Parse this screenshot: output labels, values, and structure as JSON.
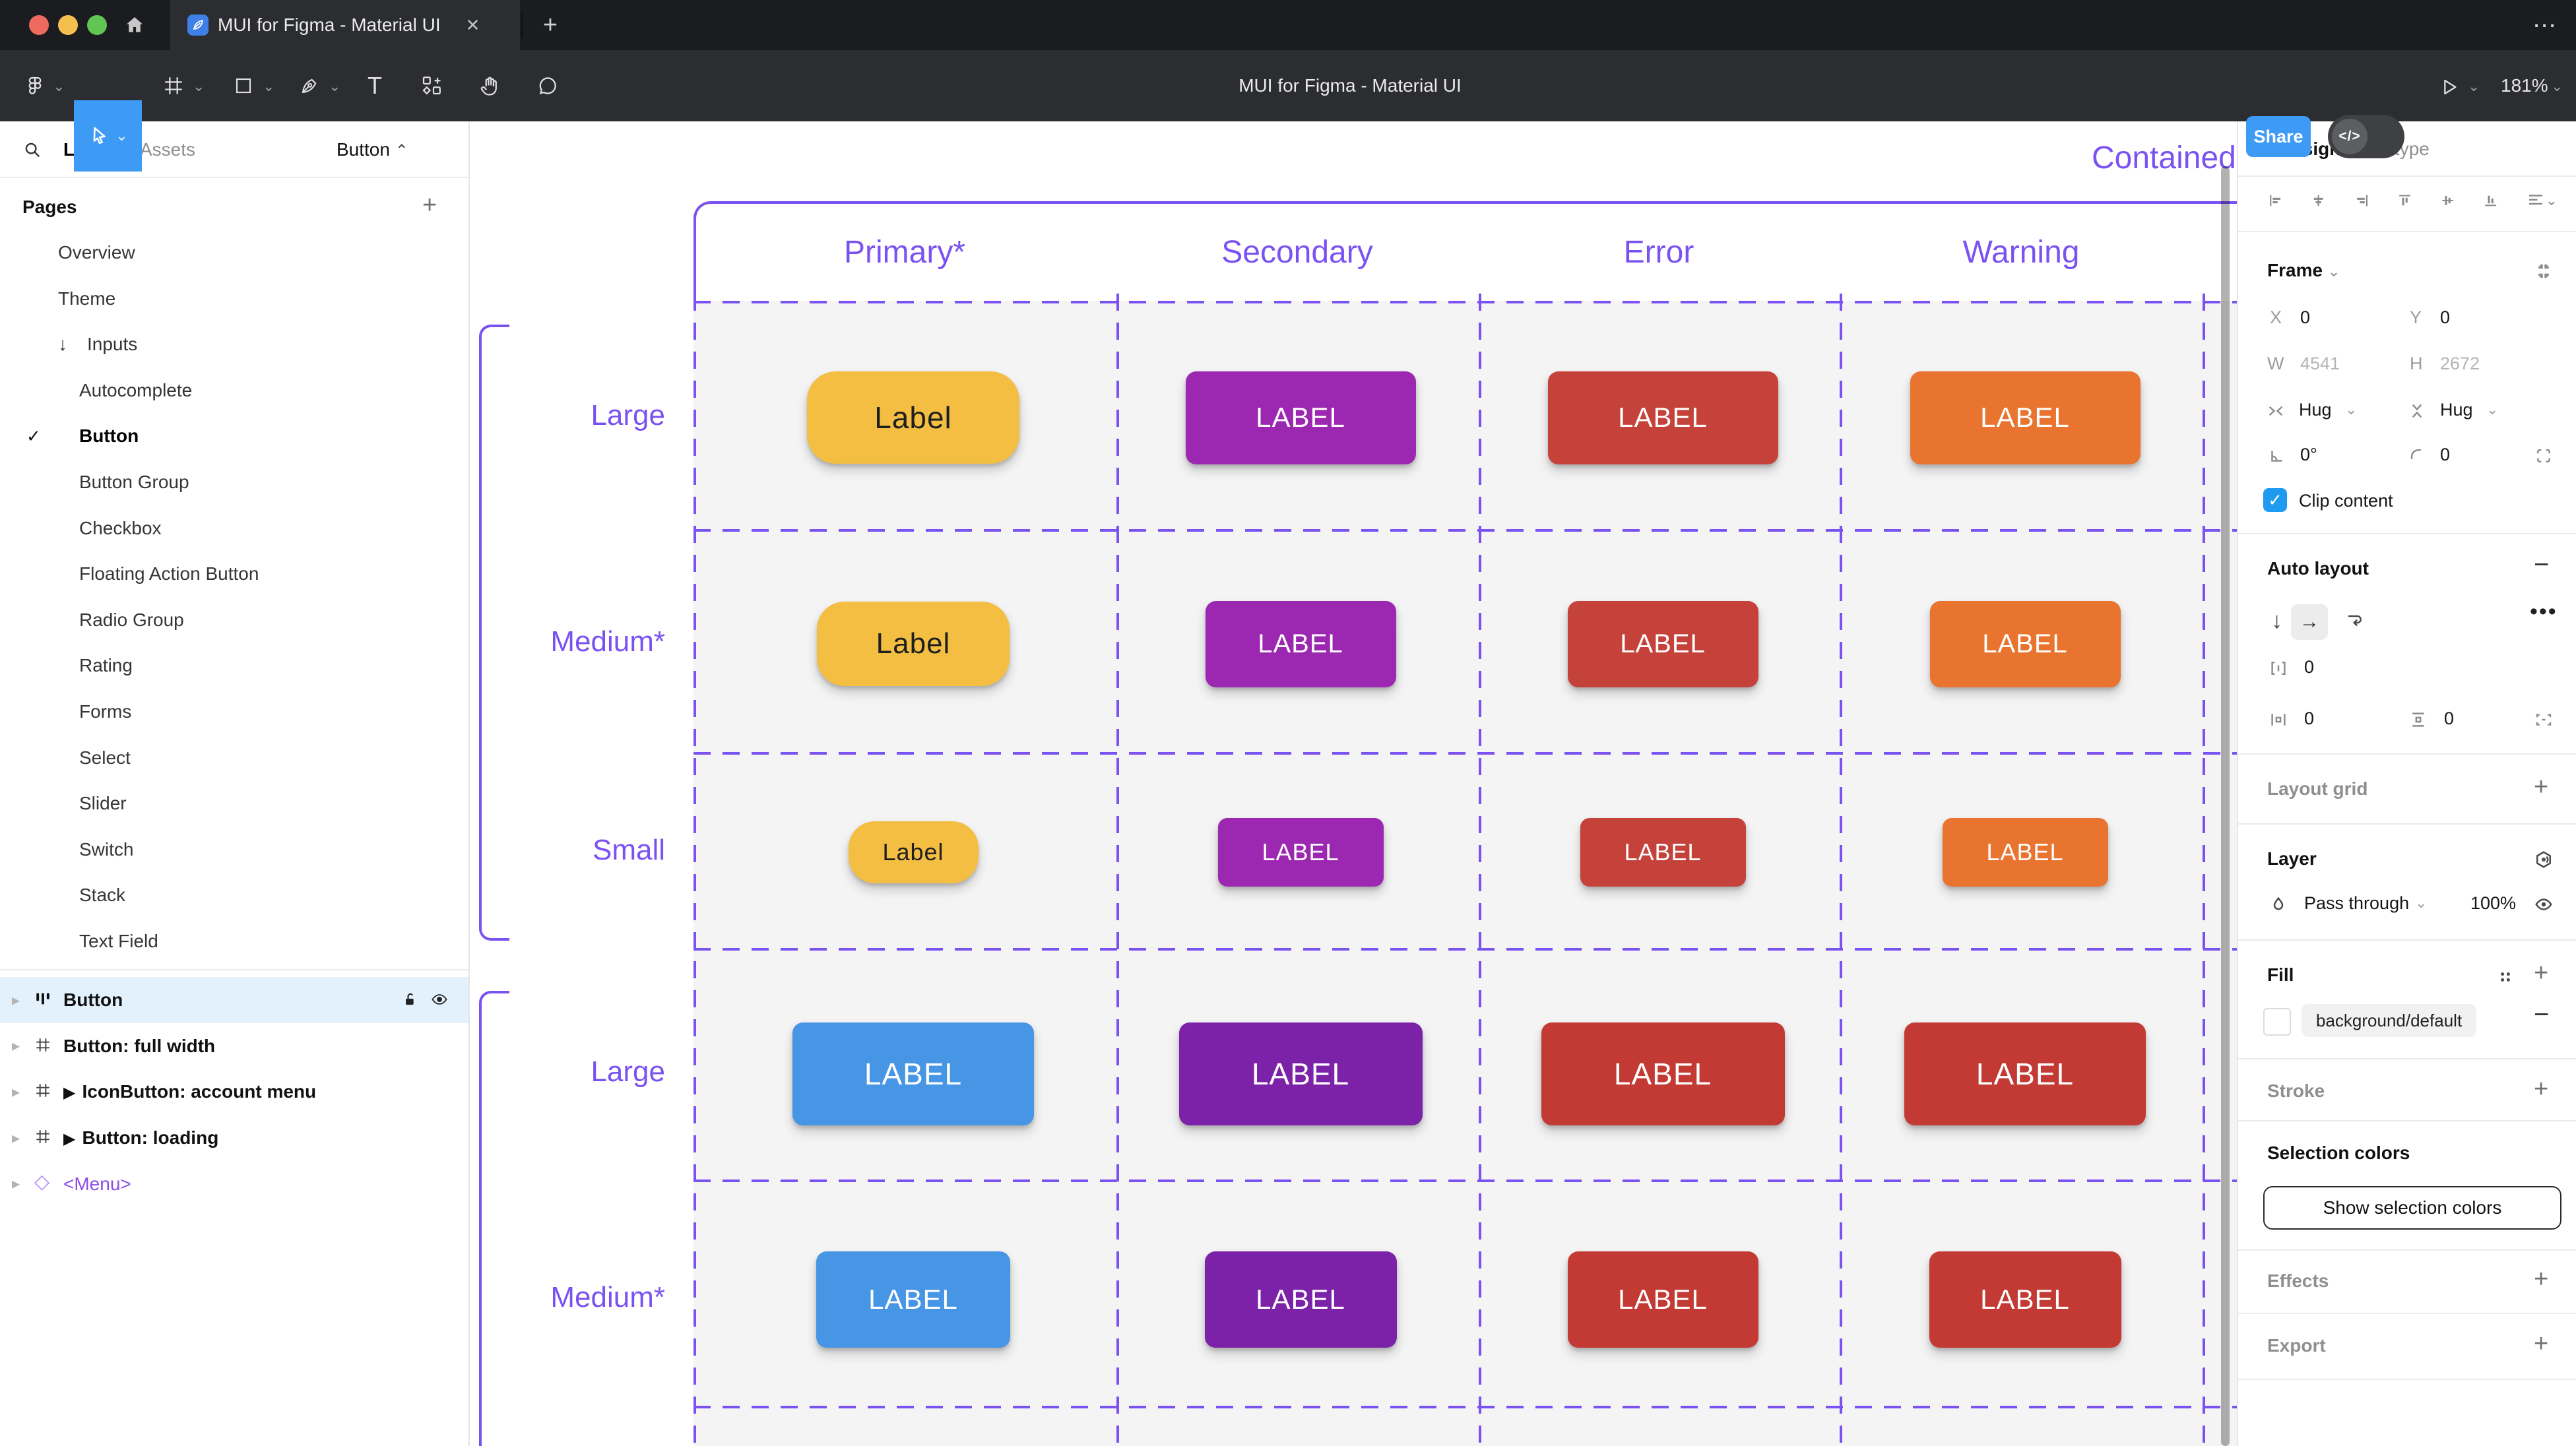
{
  "titlebar": {
    "tab_title": "MUI for Figma - Material UI"
  },
  "toolbar": {
    "doc_title": "MUI for Figma - Material UI",
    "share_label": "Share",
    "devmode_label": "</>",
    "zoom_level": "181%"
  },
  "sidebar": {
    "tab_layers": "Layers",
    "tab_assets": "Assets",
    "selector_label": "Button",
    "pages_header": "Pages",
    "pages": [
      {
        "label": "Overview",
        "level": 0
      },
      {
        "label": "Theme",
        "level": 0
      },
      {
        "label": "Inputs",
        "level": 0,
        "arrow": true
      },
      {
        "label": "Autocomplete",
        "level": 1
      },
      {
        "label": "Button",
        "level": 1,
        "checked": true,
        "bold": true
      },
      {
        "label": "Button Group",
        "level": 1
      },
      {
        "label": "Checkbox",
        "level": 1
      },
      {
        "label": "Floating Action Button",
        "level": 1
      },
      {
        "label": "Radio Group",
        "level": 1
      },
      {
        "label": "Rating",
        "level": 1
      },
      {
        "label": "Forms",
        "level": 1
      },
      {
        "label": "Select",
        "level": 1
      },
      {
        "label": "Slider",
        "level": 1
      },
      {
        "label": "Switch",
        "level": 1
      },
      {
        "label": "Stack",
        "level": 1
      },
      {
        "label": "Text Field",
        "level": 1
      }
    ],
    "layers": [
      {
        "label": "Button",
        "icon": "autolayout",
        "selected": true,
        "lock": true,
        "eye": true
      },
      {
        "label": "Button: full width",
        "icon": "frame"
      },
      {
        "label": "IconButton: account menu",
        "icon": "frame",
        "play": true
      },
      {
        "label": "Button: loading",
        "icon": "frame",
        "play": true
      },
      {
        "label": "<Menu>",
        "icon": "instance",
        "purple": true
      }
    ]
  },
  "canvas": {
    "frame_title": "Contained",
    "columns": [
      "Primary*",
      "Secondary",
      "Error",
      "Warning"
    ],
    "rows": [
      "Large",
      "Medium*",
      "Small",
      "Large",
      "Medium*"
    ],
    "accent_purple": "#7b52f2",
    "buttons": [
      {
        "row": 0,
        "col": 0,
        "label": "Label",
        "bg": "#F3BE41",
        "fg": "#1f1f1f"
      },
      {
        "row": 0,
        "col": 1,
        "label": "LABEL",
        "bg": "#9C27B0",
        "fg": "#ffffff"
      },
      {
        "row": 0,
        "col": 2,
        "label": "LABEL",
        "bg": "#C5423B",
        "fg": "#ffffff"
      },
      {
        "row": 0,
        "col": 3,
        "label": "LABEL",
        "bg": "#E8742F",
        "fg": "#ffffff"
      },
      {
        "row": 1,
        "col": 0,
        "label": "Label",
        "bg": "#F3BE41",
        "fg": "#1f1f1f"
      },
      {
        "row": 1,
        "col": 1,
        "label": "LABEL",
        "bg": "#9C27B0",
        "fg": "#ffffff"
      },
      {
        "row": 1,
        "col": 2,
        "label": "LABEL",
        "bg": "#C5423B",
        "fg": "#ffffff"
      },
      {
        "row": 1,
        "col": 3,
        "label": "LABEL",
        "bg": "#E8742F",
        "fg": "#ffffff"
      },
      {
        "row": 2,
        "col": 0,
        "label": "Label",
        "bg": "#F3BE41",
        "fg": "#1f1f1f"
      },
      {
        "row": 2,
        "col": 1,
        "label": "LABEL",
        "bg": "#9C27B0",
        "fg": "#ffffff"
      },
      {
        "row": 2,
        "col": 2,
        "label": "LABEL",
        "bg": "#C5423B",
        "fg": "#ffffff"
      },
      {
        "row": 2,
        "col": 3,
        "label": "LABEL",
        "bg": "#E8742F",
        "fg": "#ffffff"
      },
      {
        "row": 3,
        "col": 0,
        "label": "LABEL",
        "bg": "#4795E5",
        "fg": "#ffffff"
      },
      {
        "row": 3,
        "col": 1,
        "label": "LABEL",
        "bg": "#7C22A8",
        "fg": "#ffffff"
      },
      {
        "row": 3,
        "col": 2,
        "label": "LABEL",
        "bg": "#C23A33",
        "fg": "#ffffff"
      },
      {
        "row": 3,
        "col": 3,
        "label": "LABEL",
        "bg": "#C23A33",
        "fg": "#ffffff"
      },
      {
        "row": 4,
        "col": 0,
        "label": "LABEL",
        "bg": "#4795E5",
        "fg": "#ffffff"
      },
      {
        "row": 4,
        "col": 1,
        "label": "LABEL",
        "bg": "#7C22A8",
        "fg": "#ffffff"
      },
      {
        "row": 4,
        "col": 2,
        "label": "LABEL",
        "bg": "#C23A33",
        "fg": "#ffffff"
      },
      {
        "row": 4,
        "col": 3,
        "label": "LABEL",
        "bg": "#C23A33",
        "fg": "#ffffff"
      }
    ]
  },
  "right_panel": {
    "tab_design": "Design",
    "tab_prototype": "Prototype",
    "frame": {
      "title": "Frame",
      "x_label": "X",
      "x": "0",
      "y_label": "Y",
      "y": "0",
      "w_label": "W",
      "w": "4541",
      "h_label": "H",
      "h": "2672",
      "hug_h": "Hug",
      "hug_v": "Hug",
      "rotation": "0°",
      "radius": "0",
      "clip": "Clip content"
    },
    "auto_layout": {
      "title": "Auto layout",
      "gap": "0",
      "pad_h": "0",
      "pad_v": "0"
    },
    "layout_grid": "Layout grid",
    "layer": {
      "title": "Layer",
      "blend": "Pass through",
      "opacity": "100%"
    },
    "fill": {
      "title": "Fill",
      "token": "background/default"
    },
    "stroke": "Stroke",
    "selection": {
      "title": "Selection colors",
      "button": "Show selection colors"
    },
    "effects": "Effects",
    "export": "Export"
  }
}
